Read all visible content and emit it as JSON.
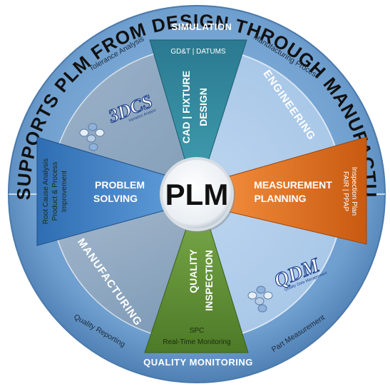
{
  "title": "DCS SUPPORTS PLM FROM DESIGN THROUGH MANUFACTURING",
  "hub": "PLM",
  "ring": {
    "top": "SIMULATION",
    "bottom": "QUALITY MONITORING",
    "top_left": "Tolerance Analysis",
    "top_right": "Manufacturing Process",
    "bottom_left": "Quality Reporting",
    "bottom_right": "Part Measurement"
  },
  "quadrants": {
    "engineering": "ENGINEERING",
    "manufacturing": "MANUFACTURING"
  },
  "wedges": {
    "top": {
      "line1": "CAD | FIXTURE",
      "line2": "DESIGN",
      "tip": "GD&T | DATUMS"
    },
    "right": {
      "line1": "MEASUREMENT",
      "line2": "PLANNING",
      "tip1": "Inspection Plan",
      "tip2": "FAIR  |  PPAP"
    },
    "bottom": {
      "line1": "QUALITY",
      "line2": "INSPECTION",
      "tip1": "SPC",
      "tip2": "Real-Time Monitoring"
    },
    "left": {
      "line1": "PROBLEM",
      "line2": "SOLVING",
      "tip1": "Root Cause Analysis",
      "tip2": "Product & Process",
      "tip3": "Improvement"
    }
  },
  "logos": {
    "three_dcs": {
      "mark": "3DCS",
      "sub": "Variation Analyst"
    },
    "qdm": {
      "mark": "QDM",
      "sub": "Quality Data Management"
    }
  },
  "colors": {
    "ring": "#6e9ccb",
    "panel": "#a6c6e8",
    "wedge_top": "#2d8296",
    "wedge_right": "#e4701f",
    "wedge_bottom": "#5d8a33",
    "wedge_left": "#3f7fc4"
  }
}
